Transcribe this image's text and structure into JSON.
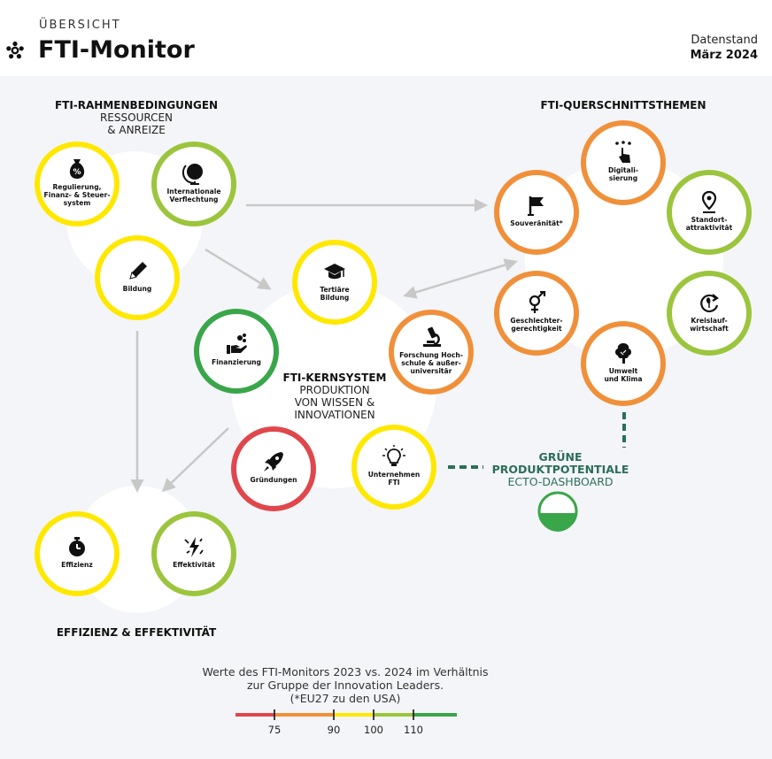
{
  "header": {
    "kicker": "ÜBERSICHT",
    "title": "FTI-Monitor",
    "datenstand_label": "Datenstand",
    "datenstand_value": "März 2024"
  },
  "colors": {
    "green": "#3aa64a",
    "lightgreen": "#9bc53d",
    "yellow": "#ffe800",
    "orange": "#f0903a",
    "red": "#e0474c",
    "darkgreen_dash": "#2b6e5a"
  },
  "groups": {
    "rahmen": {
      "title": "FTI-RAHMENBEDINGUNGEN",
      "sub1": "RESSOURCEN",
      "sub2": "& ANREIZE"
    },
    "kern": {
      "title": "FTI-KERNSYSTEM",
      "sub1": "PRODUKTION",
      "sub2": "VON WISSEN &",
      "sub3": "INNOVATIONEN"
    },
    "quer": {
      "title": "FTI-QUERSCHNITTSTHEMEN"
    },
    "effizienz": {
      "title": "EFFIZIENZ & EFFEKTIVITÄT"
    }
  },
  "nodes": {
    "regulierung": {
      "label1": "Regulierung,",
      "label2": "Finanz- & Steuer-",
      "label3": "system",
      "color": "yellow",
      "icon": "money-bag-icon"
    },
    "international": {
      "label1": "Internationale",
      "label2": "Verflechtung",
      "color": "lightgreen",
      "icon": "globe-icon"
    },
    "bildung": {
      "label1": "Bildung",
      "color": "yellow",
      "icon": "pencil-icon"
    },
    "tertiaer": {
      "label1": "Tertiäre",
      "label2": "Bildung",
      "color": "yellow",
      "icon": "graduation-cap-icon"
    },
    "finanzierung": {
      "label1": "Finanzierung",
      "color": "green",
      "icon": "hand-coins-icon"
    },
    "forschung": {
      "label1": "Forschung Hoch-",
      "label2": "schule & außer-",
      "label3": "universitär",
      "color": "orange",
      "icon": "microscope-icon"
    },
    "gruendungen": {
      "label1": "Gründungen",
      "color": "red",
      "icon": "rocket-icon"
    },
    "unternehmen": {
      "label1": "Unternehmen",
      "label2": "FTI",
      "color": "yellow",
      "icon": "lightbulb-icon"
    },
    "souveraenitaet": {
      "label1": "Souveränität*",
      "color": "orange",
      "icon": "flag-icon"
    },
    "digitalisierung": {
      "label1": "Digitali-",
      "label2": "sierung",
      "color": "orange",
      "icon": "touch-hand-icon"
    },
    "standort": {
      "label1": "Standort-",
      "label2": "attraktivität",
      "color": "lightgreen",
      "icon": "location-pin-icon"
    },
    "geschlechter": {
      "label1": "Geschlechter-",
      "label2": "gerechtigkeit",
      "color": "orange",
      "icon": "gender-icon"
    },
    "kreislauf": {
      "label1": "Kreislauf-",
      "label2": "wirtschaft",
      "color": "lightgreen",
      "icon": "recycle-icon"
    },
    "umwelt": {
      "label1": "Umwelt",
      "label2": "und Klima",
      "color": "orange",
      "icon": "tree-icon"
    },
    "effizienz": {
      "label1": "Effizienz",
      "color": "yellow",
      "icon": "stopwatch-icon"
    },
    "effektivitaet": {
      "label1": "Effektivität",
      "color": "lightgreen",
      "icon": "lightning-icon"
    }
  },
  "green_potential": {
    "title1": "GRÜNE",
    "title2": "PRODUKTPOTENTIALE",
    "subtitle": "ECTO-DASHBOARD",
    "icon": "half-filled-circle-icon"
  },
  "legend": {
    "line1": "Werte des FTI-Monitors 2023 vs. 2024 im Verhältnis",
    "line2": "zur Gruppe der Innovation Leaders.",
    "line3": "(*EU27 zu den USA)",
    "ticks": [
      "75",
      "90",
      "100",
      "110"
    ]
  }
}
